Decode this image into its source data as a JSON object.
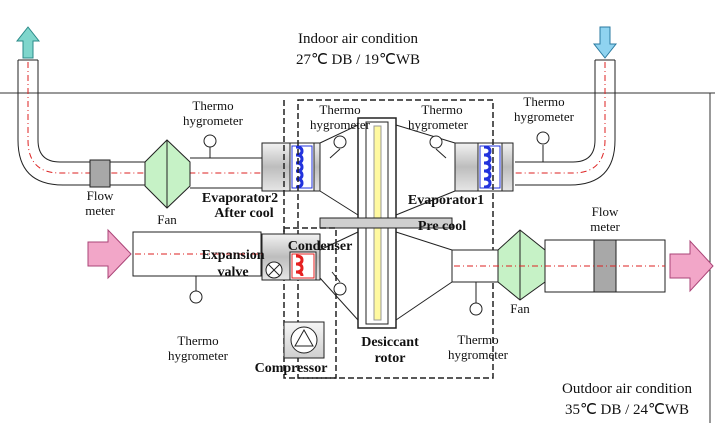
{
  "indoor": {
    "title": "Indoor air condition",
    "value": "27℃ DB / 19℃WB"
  },
  "outdoor": {
    "title": "Outdoor air condition",
    "value": "35℃ DB / 24℃WB"
  },
  "labels": {
    "thermo": "Thermo",
    "hygrometer": "hygrometer",
    "flow": "Flow",
    "meter": "meter",
    "fan": "Fan",
    "evaporator2": "Evaporator2",
    "after_cool": "After cool",
    "evaporator1": "Evaporator1",
    "pre_cool": "Pre cool",
    "condenser": "Condenser",
    "expansion": "Expansion",
    "valve": "valve",
    "compressor": "Compressor",
    "desiccant": "Desiccant",
    "rotor": "rotor"
  },
  "colors": {
    "arrow_up": "#7fd6cc",
    "arrow_down": "#8fd3f0",
    "arrow_flow": "#f2a6c8",
    "fan": "#c6f2c6",
    "flow_meter": "#a8a8a8",
    "evaporator_coil": "#2233dd",
    "condenser_coil": "#e62020",
    "rotor_core": "#fff9a0",
    "duct_centerline": "#dd2222"
  }
}
